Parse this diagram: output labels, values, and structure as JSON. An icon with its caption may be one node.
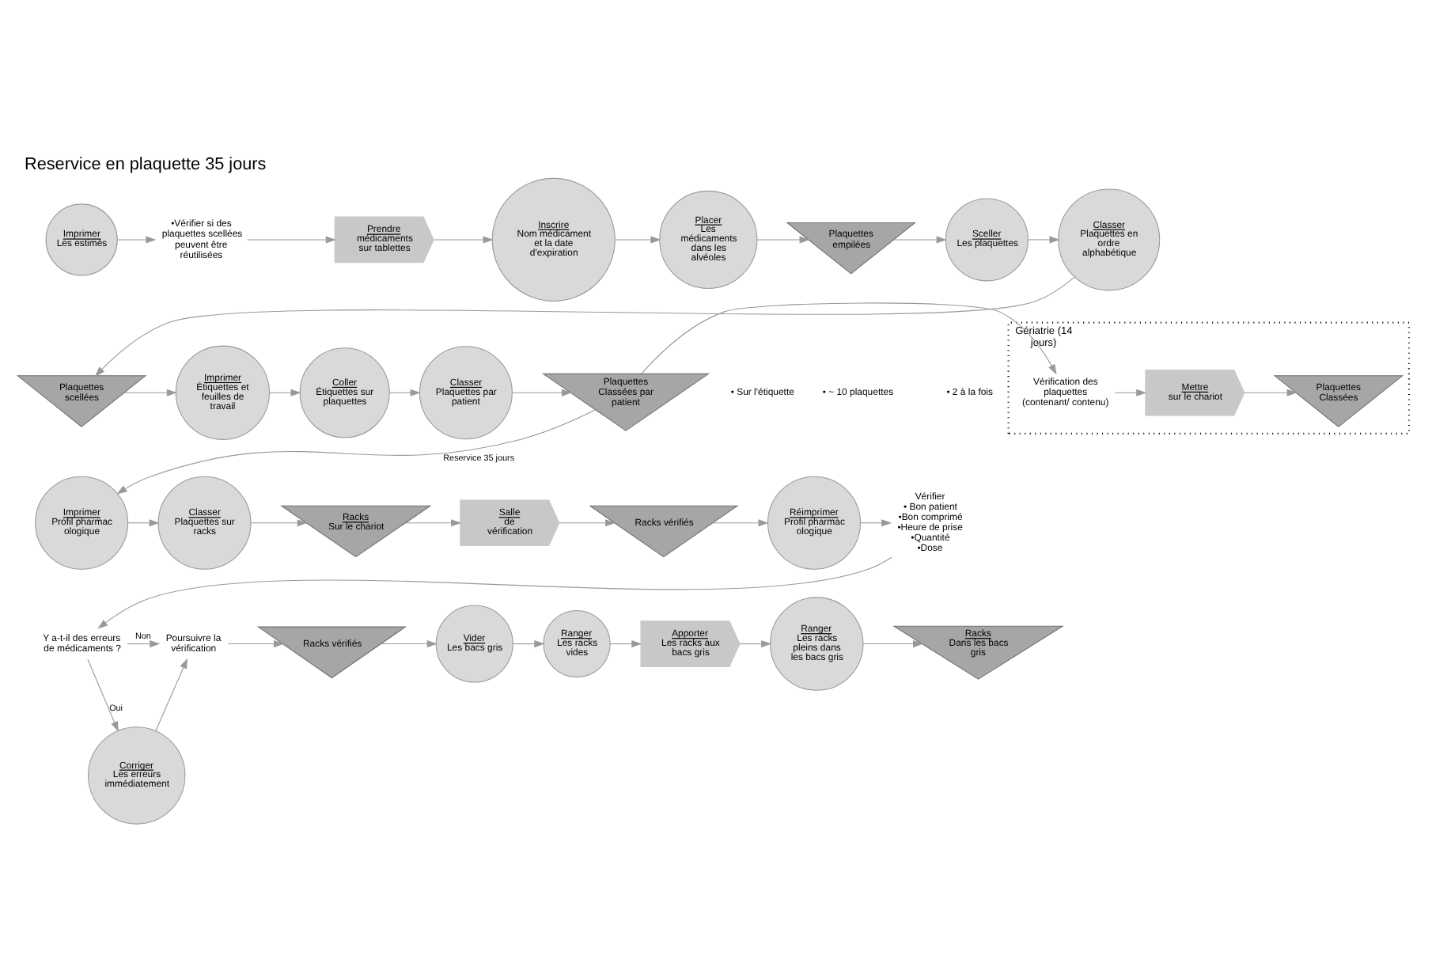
{
  "diagram": {
    "title": "Reservice en plaquette 35 jours",
    "nodes": [
      {
        "text": [
          "Imprimer",
          "Les estimés"
        ]
      },
      {
        "text": [
          "•Vérifier si des plaquettes scellées peuvent être réutilisées"
        ]
      },
      {
        "text": [
          "Prendre",
          "médicaments sur tablettes"
        ]
      },
      {
        "text": [
          "Inscrire",
          "Nom médicament et la date d'expiration"
        ]
      },
      {
        "text": [
          "Placer",
          "Les médicaments dans les alvéoles"
        ]
      },
      {
        "text": [
          "Plaquettes empilées"
        ]
      },
      {
        "text": [
          "Sceller",
          "Les plaquettes"
        ]
      },
      {
        "text": [
          "Classer",
          "Plaquettes en ordre alphabétique"
        ]
      },
      {
        "text": [
          "Plaquettes scellées"
        ]
      },
      {
        "text": [
          "Imprimer",
          "Étiquettes et feuilles de travail"
        ]
      },
      {
        "text": [
          "Coller",
          "Étiquettes sur plaquettes"
        ]
      },
      {
        "text": [
          "Classer",
          "Plaquettes par patient"
        ]
      },
      {
        "text": [
          "Plaquettes Classées par patient"
        ]
      },
      {
        "text": [
          "Gériatrie (14 jours)"
        ]
      },
      {
        "text": [
          "Vérification des plaquettes (contenant/ contenu)"
        ],
        "in": 13
      },
      {
        "text": [
          "Mettre",
          "sur le chariot"
        ],
        "in": 13
      },
      {
        "text": [
          "Plaquettes Classées"
        ],
        "in": 13
      },
      {
        "text": [
          "Imprimer",
          "Profil pharmacologique"
        ]
      },
      {
        "text": [
          "Classer",
          "Plaquettes sur racks"
        ]
      },
      {
        "text": [
          "Racks",
          "Sur le chariot"
        ]
      },
      {
        "text": [
          "Salle",
          "de vérification"
        ]
      },
      {
        "text": [
          "Racks vérifiés"
        ]
      },
      {
        "text": [
          "Réimprimer",
          "Profil pharmacologique"
        ]
      },
      {
        "text": [
          "Vérifier",
          "• Bon patient •Bon comprimé •Heure de prise •Quantité •Dose"
        ]
      },
      {
        "text": [
          "Y a-t-il des erreurs de médicaments ?"
        ]
      },
      {
        "text": [
          "Poursuivre la vérification"
        ]
      },
      {
        "text": [
          "Corriger",
          "Les erreurs immédiatement"
        ]
      },
      {
        "text": [
          "Racks vérifiés"
        ]
      },
      {
        "text": [
          "Vider",
          "Les bacs gris"
        ]
      },
      {
        "text": [
          "Ranger",
          "Les racks vides"
        ]
      },
      {
        "text": [
          "Apporter",
          "Les racks aux bacs gris"
        ]
      },
      {
        "text": [
          "Ranger",
          "Les racks pleins dans les bacs gris"
        ]
      },
      {
        "text": [
          "Racks",
          "Dans les bacs gris"
        ]
      }
    ],
    "edges": [
      {
        "from": 0,
        "to": 1,
        "arrow": "to"
      },
      {
        "from": 1,
        "to": 2,
        "arrow": "to"
      },
      {
        "from": 2,
        "to": 3,
        "arrow": "to"
      },
      {
        "from": 3,
        "to": 4,
        "arrow": "to"
      },
      {
        "from": 4,
        "to": 5,
        "arrow": "to"
      },
      {
        "from": 5,
        "to": 6,
        "arrow": "to"
      },
      {
        "from": 6,
        "to": 7,
        "arrow": "to"
      },
      {
        "from": 7,
        "to": 8,
        "arrow": "to"
      },
      {
        "from": 8,
        "to": 9,
        "arrow": "to"
      },
      {
        "from": 9,
        "to": 10,
        "arrow": "to"
      },
      {
        "from": 10,
        "to": 11,
        "arrow": "to"
      },
      {
        "from": 11,
        "to": 12,
        "arrow": "to"
      },
      {
        "from": 12,
        "to": 14,
        "arrow": "to"
      },
      {
        "from": 14,
        "to": 15,
        "arrow": "to"
      },
      {
        "from": 15,
        "to": 16,
        "arrow": "to"
      },
      {
        "from": 12,
        "to": 17,
        "arrow": "to",
        "label": "Reservice 35 jours"
      },
      {
        "from": 17,
        "to": 18,
        "arrow": "to"
      },
      {
        "from": 18,
        "to": 19,
        "arrow": "to"
      },
      {
        "from": 19,
        "to": 20,
        "arrow": "to"
      },
      {
        "from": 20,
        "to": 21,
        "arrow": "to"
      },
      {
        "from": 21,
        "to": 22,
        "arrow": "to"
      },
      {
        "from": 22,
        "to": 23,
        "arrow": "to"
      },
      {
        "from": 23,
        "to": 24,
        "arrow": "to"
      },
      {
        "from": 24,
        "to": 25,
        "arrow": "to",
        "label": "Non"
      },
      {
        "from": 24,
        "to": 26,
        "arrow": "to",
        "label": "Oui"
      },
      {
        "from": 26,
        "to": 25,
        "arrow": "to"
      },
      {
        "from": 25,
        "to": 27,
        "arrow": "to"
      },
      {
        "from": 27,
        "to": 28,
        "arrow": "to"
      },
      {
        "from": 28,
        "to": 29,
        "arrow": "to"
      },
      {
        "from": 29,
        "to": 30,
        "arrow": "to"
      },
      {
        "from": 30,
        "to": 31,
        "arrow": "to"
      },
      {
        "from": 31,
        "to": 32,
        "arrow": "to"
      }
    ],
    "labels": [
      "• Sur l'étiquette",
      "• ~ 10 plaquettes",
      "• 2 à la fois"
    ]
  }
}
